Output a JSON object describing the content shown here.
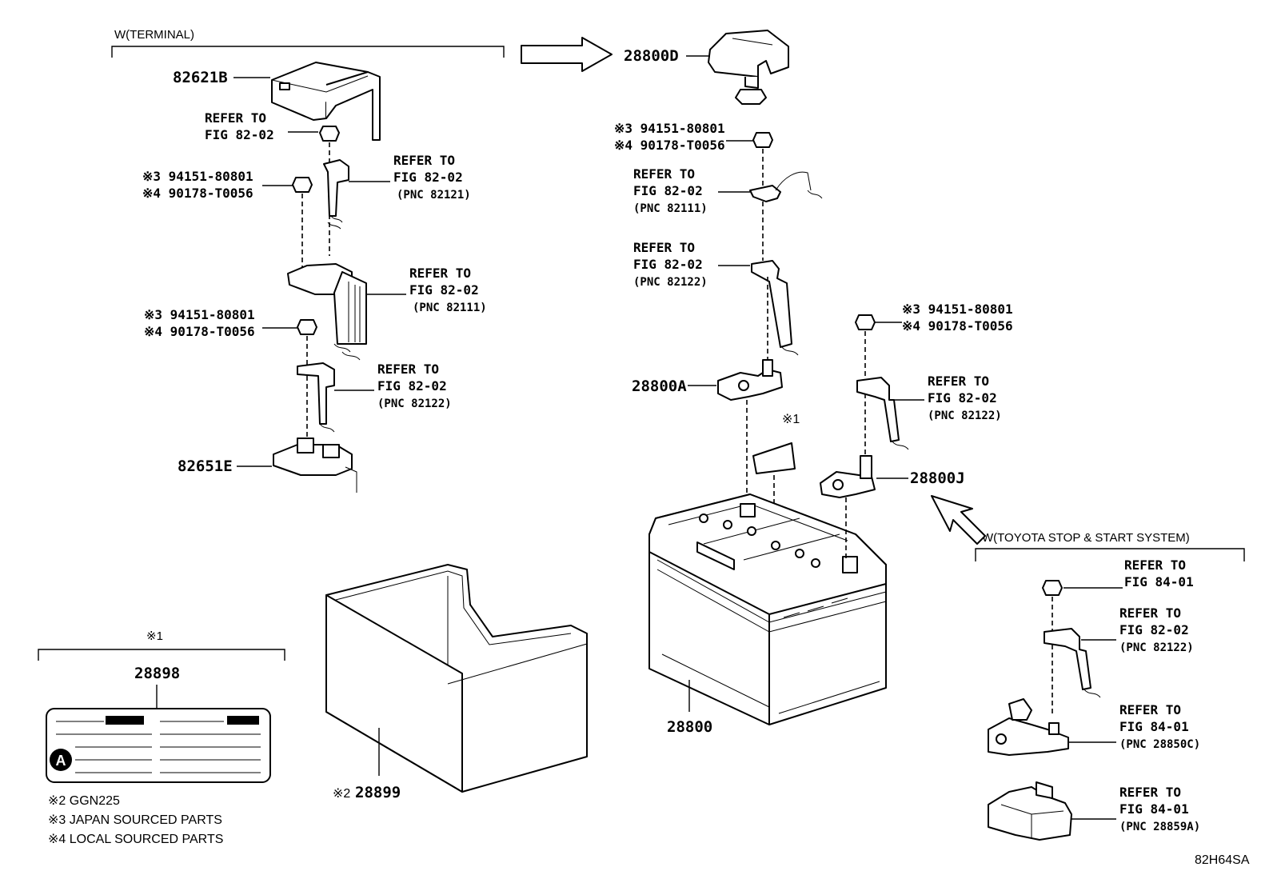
{
  "sections": {
    "terminal": "W(TERMINAL)",
    "stop_start": "W(TOYOTA STOP & START SYSTEM)",
    "note1": "※1"
  },
  "parts": {
    "p82621B": "82621B",
    "p82651E": "82651E",
    "p28800D": "28800D",
    "p28800A": "28800A",
    "p28800J": "28800J",
    "p28800": "28800",
    "p28898": "28898",
    "p28899": "28899",
    "p28899_mark": "※2"
  },
  "alt_parts": {
    "l1": "※3 94151-80801",
    "l2": "※4 90178-T0056"
  },
  "refs": {
    "refer": "REFER TO",
    "fig8202": "FIG 82-02",
    "fig8401": "FIG 84-01",
    "pnc82121": "(PNC 82121)",
    "pnc82111": "(PNC 82111)",
    "pnc82122": "(PNC 82122)",
    "pnc28850c": "(PNC 28850C)",
    "pnc28859a": "(PNC 28859A)"
  },
  "label_marker": "※1",
  "label_letter": "A",
  "notes": [
    "※2 GGN225",
    "※3 JAPAN SOURCED PARTS",
    "※4 LOCAL SOURCED PARTS"
  ],
  "figure_code": "82H64SA"
}
